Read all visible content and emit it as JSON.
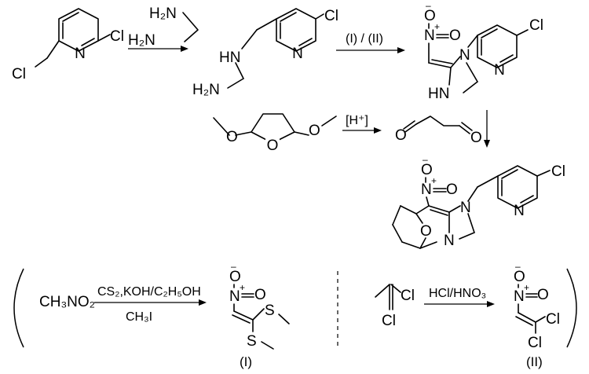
{
  "molecule1": {
    "cl_ring": "Cl",
    "n_ring": "N",
    "cl_chain": "Cl"
  },
  "reagent1": {
    "amine_top": "H₂N",
    "amine_bottom": "H₂N"
  },
  "molecule2": {
    "cl": "Cl",
    "n_ring": "N",
    "hn": "HN",
    "h2n": "H₂N"
  },
  "arrow_top_right": {
    "label": "(I) / (II)"
  },
  "molecule3": {
    "o_minus": "O",
    "minus": "–",
    "n_nitro": "N",
    "o_nitro": "O",
    "plus": "+",
    "n_ring": "N",
    "hn": "HN",
    "n_pyr": "N",
    "cl": "Cl"
  },
  "acetal": {
    "o_left": "O",
    "o_ring": "O",
    "o_right": "O"
  },
  "acid_arrow": {
    "label": "[H⁺]"
  },
  "dialdehyde": {
    "o_left": "O",
    "o_right": "O"
  },
  "product": {
    "o_minus": "O",
    "minus": "–",
    "n_nitro": "N",
    "o_nitro": "O",
    "plus": "+",
    "n1": "N",
    "n2": "N",
    "o_bridge": "O",
    "n_pyr": "N",
    "cl": "Cl"
  },
  "prep1": {
    "reactant": "CH₃NO₂",
    "conditions_top": "CS₂,KOH/C₂H₅OH",
    "conditions_bottom": "CH₃I",
    "o_minus": "O",
    "minus": "–",
    "n_nitro": "N",
    "o_nitro": "O",
    "plus": "+",
    "s_right": "S",
    "s_bottom": "S",
    "label": "(I)"
  },
  "prep2": {
    "cl_top": "Cl",
    "cl_bottom": "Cl",
    "conditions": "HCl/HNO₃",
    "o_minus": "O",
    "minus": "–",
    "n_nitro": "N",
    "o_nitro": "O",
    "plus": "+",
    "cl_right": "Cl",
    "cl_low": "Cl",
    "label": "(II)"
  }
}
